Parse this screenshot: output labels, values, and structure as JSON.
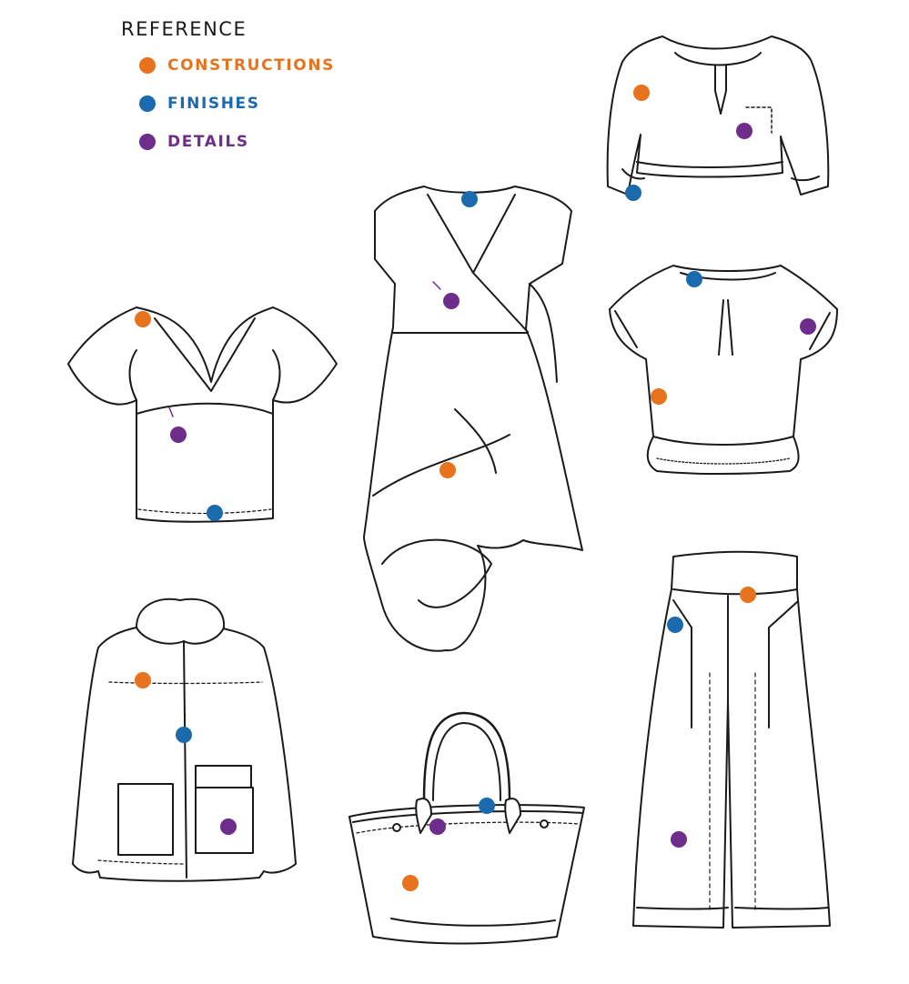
{
  "legend": {
    "title": "REFERENCE",
    "items": [
      {
        "key": "constructions",
        "label": "CONSTRUCTIONS",
        "color": "#E8731F"
      },
      {
        "key": "finishes",
        "label": "FINISHES",
        "color": "#1B6AAE"
      },
      {
        "key": "details",
        "label": "DETAILS",
        "color": "#6E2C8B"
      }
    ]
  },
  "garments": [
    {
      "name": "blouse-with-pocket",
      "icon": "blouse-pocket-icon",
      "markers": [
        "constructions",
        "finishes",
        "details"
      ]
    },
    {
      "name": "wrap-dress",
      "icon": "wrap-dress-icon",
      "markers": [
        "finishes",
        "details",
        "constructions"
      ]
    },
    {
      "name": "flutter-sleeve-top",
      "icon": "flutter-top-icon",
      "markers": [
        "constructions",
        "details",
        "finishes"
      ]
    },
    {
      "name": "peasant-blouse",
      "icon": "peasant-blouse-icon",
      "markers": [
        "finishes",
        "details",
        "constructions"
      ]
    },
    {
      "name": "shearling-collar-jacket",
      "icon": "jacket-icon",
      "markers": [
        "constructions",
        "finishes",
        "details"
      ]
    },
    {
      "name": "tote-bag",
      "icon": "tote-bag-icon",
      "markers": [
        "finishes",
        "details",
        "constructions"
      ]
    },
    {
      "name": "wide-leg-trousers",
      "icon": "trousers-icon",
      "markers": [
        "constructions",
        "finishes",
        "details"
      ]
    }
  ]
}
